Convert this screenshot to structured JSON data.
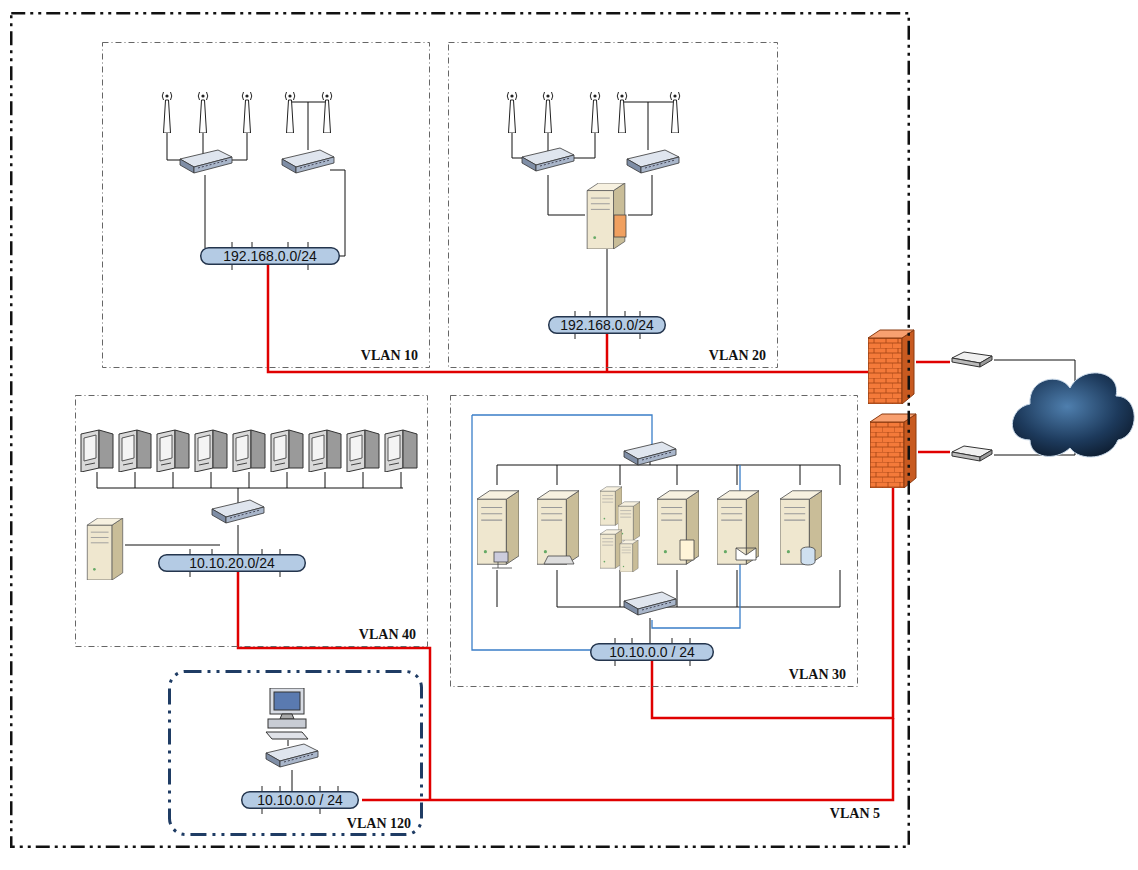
{
  "diagram": {
    "nodes": [
      {
        "text": [
          "VLAN 5"
        ]
      },
      {
        "text": [
          "VLAN 10"
        ],
        "in": 0
      },
      {
        "text": [
          "192.168.0.0/24"
        ],
        "in": 1
      },
      {
        "text": [
          "VLAN 20"
        ],
        "in": 0
      },
      {
        "text": [
          "192.168.0.0/24"
        ],
        "in": 3
      },
      {
        "text": [
          "VLAN 40"
        ],
        "in": 0
      },
      {
        "text": [
          "10.10.20.0/24"
        ],
        "in": 5
      },
      {
        "text": [
          "VLAN 30"
        ],
        "in": 0
      },
      {
        "text": [
          "10.10.0.0 / 24"
        ],
        "in": 7
      },
      {
        "text": [
          "VLAN 120"
        ],
        "in": 0
      },
      {
        "text": [
          "10.10.0.0 / 24"
        ],
        "in": 9
      }
    ]
  }
}
